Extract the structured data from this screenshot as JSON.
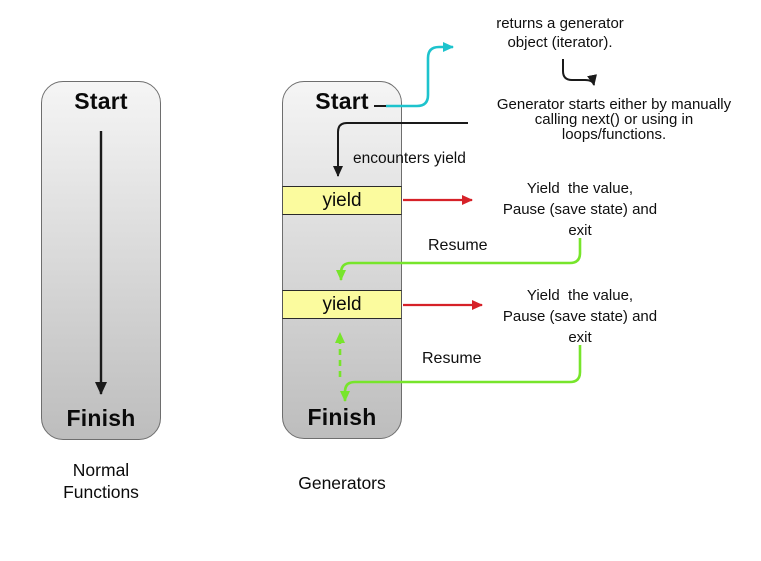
{
  "colors": {
    "ink": "#1a1a1a",
    "cyan": "#1dc3cd",
    "red": "#d62128",
    "green": "#77e52b",
    "yellow_fill": "#fbfb9e",
    "box_top": "#f5f5f5",
    "box_bottom": "#bdbdbd",
    "box_border": "#6e6e6e"
  },
  "normal_function": {
    "start": "Start",
    "finish": "Finish",
    "caption": "Normal\nFunctions"
  },
  "generator": {
    "start": "Start",
    "yield_1": "yield",
    "yield_2": "yield",
    "finish": "Finish",
    "caption": "Generators"
  },
  "annotations": {
    "returns_generator": "returns a generator\nobject (iterator).",
    "generator_starts": "Generator starts either by manually\ncalling next() or using in\nloops/functions.",
    "encounters_yield": "encounters yield",
    "yield_pause_1": "Yield  the value,\nPause (save state) and\nexit",
    "resume_1": "Resume",
    "yield_pause_2": "Yield  the value,\nPause (save state) and\nexit",
    "resume_2": "Resume"
  }
}
